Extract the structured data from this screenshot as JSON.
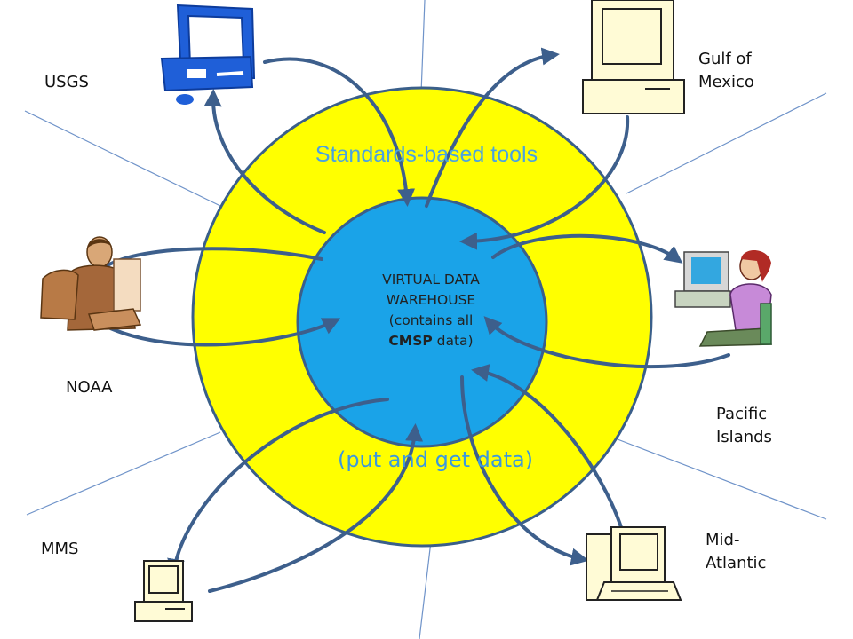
{
  "diagram": {
    "center": {
      "line1": "VIRTUAL DATA",
      "line2": "WAREHOUSE",
      "line3": "(contains all",
      "line4_bold": "CMSP",
      "line4_rest": " data)"
    },
    "ring_top_text": "Standards-based tools",
    "ring_bottom_text": "(put and get data)",
    "nodes": [
      {
        "id": "usgs",
        "label": "USGS",
        "icon": "blue-desktop-computer-icon"
      },
      {
        "id": "gulf",
        "label": "Gulf of\nMexico",
        "icon": "desktop-computer-icon"
      },
      {
        "id": "noaa",
        "label": "NOAA",
        "icon": "man-at-computer-icon"
      },
      {
        "id": "pacific",
        "label": "Pacific\nIslands",
        "icon": "woman-at-computer-icon"
      },
      {
        "id": "mms",
        "label": "MMS",
        "icon": "small-computer-icon"
      },
      {
        "id": "mid-atlantic",
        "label": "Mid-\nAtlantic",
        "icon": "computer-workstation-icon"
      }
    ],
    "colors": {
      "outer_ring": "#ffff00",
      "inner_circle": "#1aa3e8",
      "circle_stroke": "#3a5f8a",
      "arrows": "#3d5f8c",
      "spokes": "#6f93c9"
    }
  }
}
